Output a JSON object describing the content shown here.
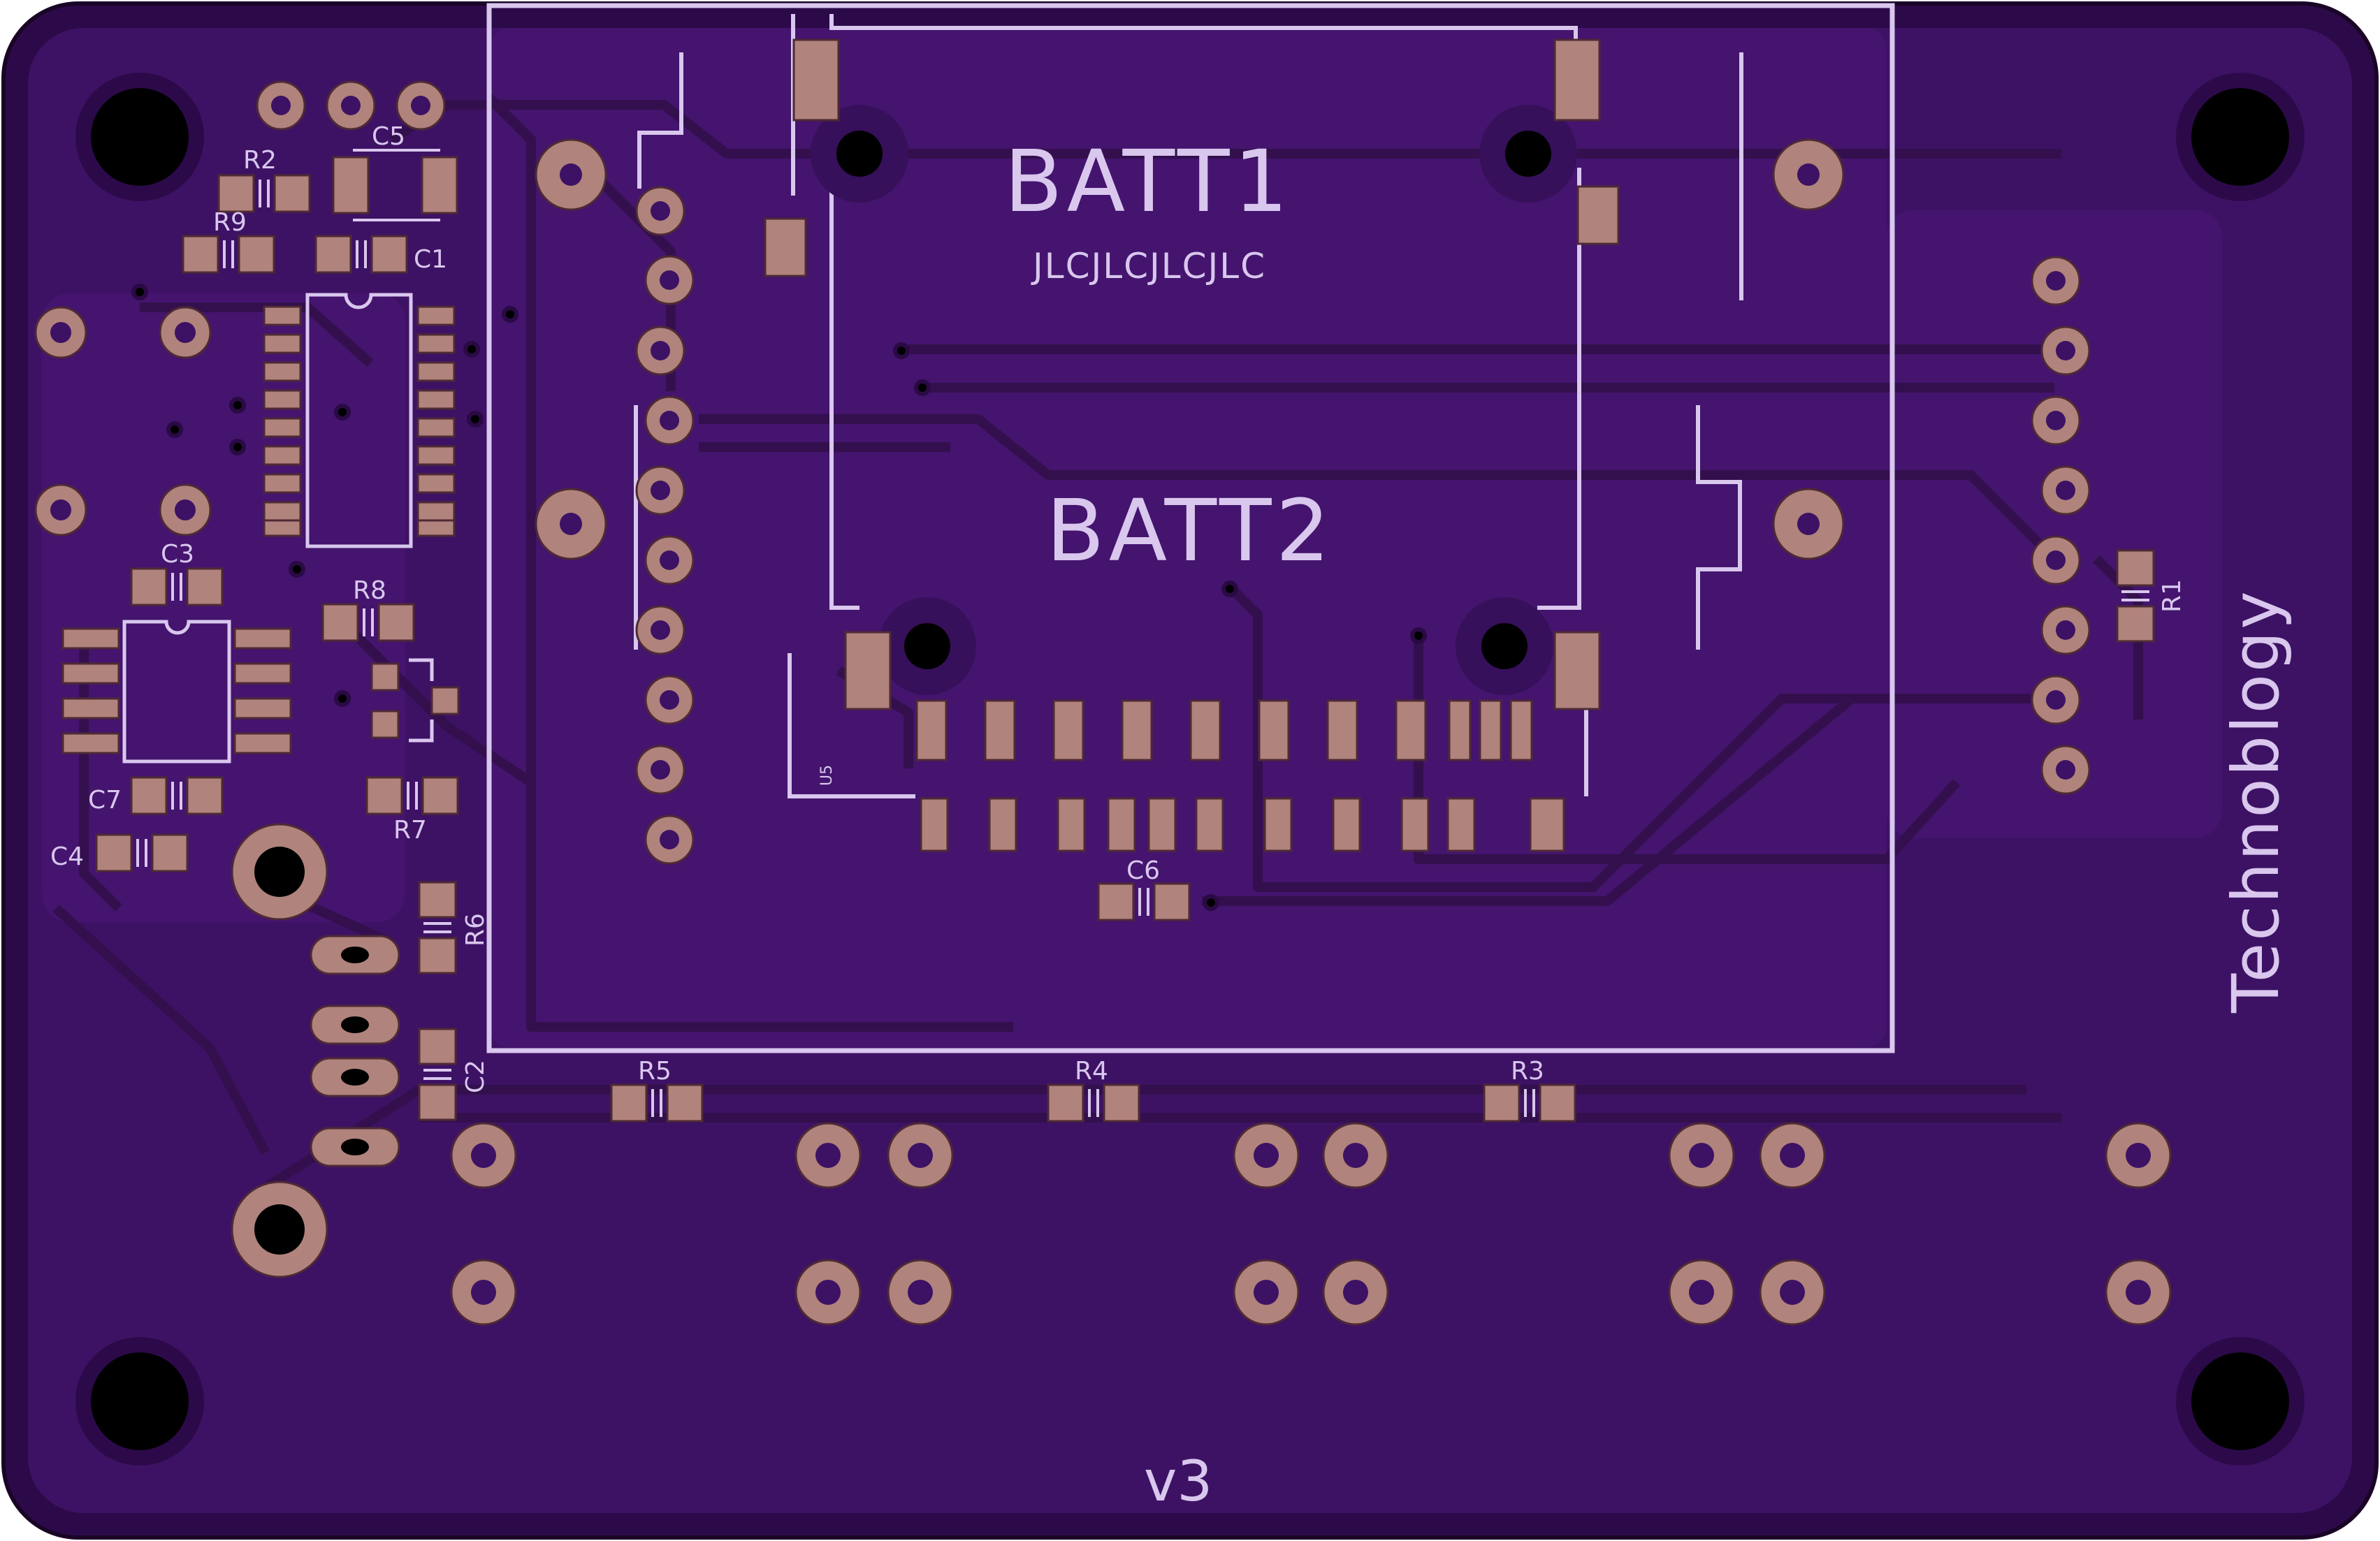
{
  "board": {
    "colors": {
      "outline": "#1a0526",
      "board_edge": "#2c0a4a",
      "board": "#3d1264",
      "copper_pour": "#44146e",
      "trace": "#35104f",
      "silk": "#d9c7ee",
      "pad": "#b0837c",
      "pad_edge": "#4e2a35",
      "hole": "#000000"
    },
    "labels": {
      "batt1": "BATT1",
      "batt2": "BATT2",
      "jlc": "JLCJLCJLCJLC",
      "brand": "Technoblogy",
      "version": "v3",
      "u5": "U5"
    },
    "ref_designators": {
      "c1": "C1",
      "c2": "C2",
      "c3": "C3",
      "c4": "C4",
      "c5": "C5",
      "c6": "C6",
      "c7": "C7",
      "r1": "R1",
      "r2": "R2",
      "r3": "R3",
      "r4": "R4",
      "r5": "R5",
      "r6": "R6",
      "r7": "R7",
      "r8": "R8",
      "r9": "R9"
    }
  }
}
